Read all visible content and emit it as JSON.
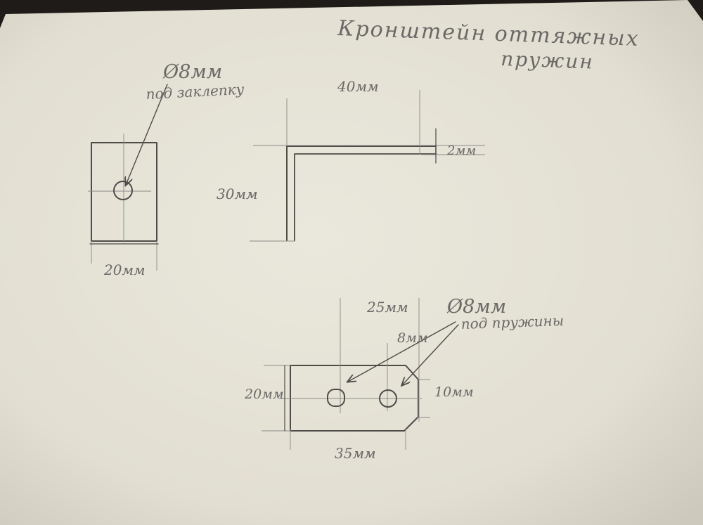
{
  "title": [
    "Кронштейн оттяжных",
    "пружин"
  ],
  "view_side": {
    "hole_note_diameter": "Ø8мм",
    "hole_note_purpose": "под заклепку",
    "width_label": "20мм"
  },
  "view_profile": {
    "length_label": "40мм",
    "height_label": "30мм",
    "thickness_label": "2мм"
  },
  "view_plate": {
    "hole_spacing_label": "25мм",
    "edge_offset_label": "8мм",
    "hole_note_diameter": "Ø8мм",
    "hole_note_purpose": "под пружины",
    "height_label": "20мм",
    "right_edge_label": "10мм",
    "length_label": "35мм"
  },
  "colors": {
    "paper": "#e6e3d6",
    "pencil": "#4d4c49",
    "background": "#1f1b18"
  }
}
